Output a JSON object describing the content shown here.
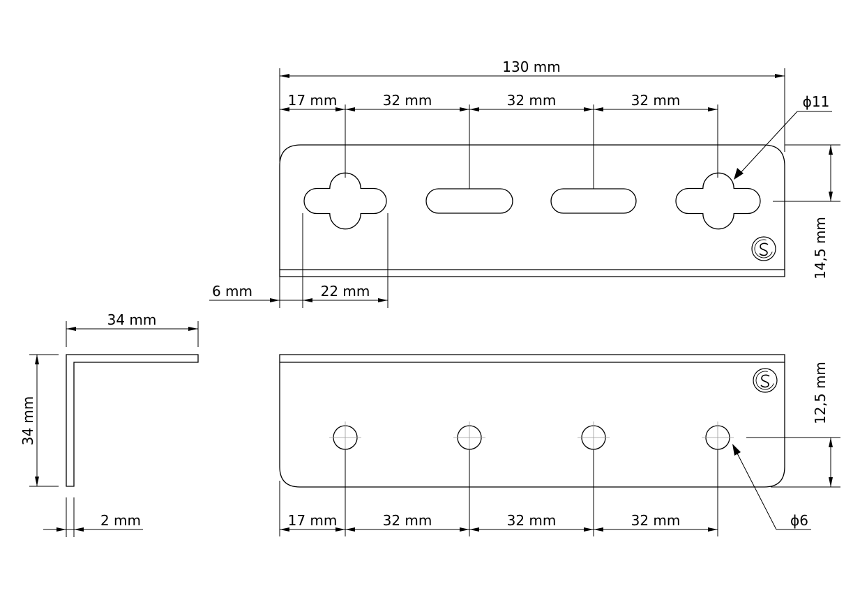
{
  "top_view": {
    "overall_length": "130 mm",
    "spacing_first": "17 mm",
    "spacing_1": "32 mm",
    "spacing_2": "32 mm",
    "spacing_3": "32 mm",
    "keyhole_diameter": "ϕ11",
    "height": "14,5 mm",
    "edge_offset": "6 mm",
    "slot_length": "22 mm"
  },
  "bottom_view": {
    "height": "12,5 mm",
    "spacing_first": "17 mm",
    "spacing_1": "32 mm",
    "spacing_2": "32 mm",
    "spacing_3": "32 mm",
    "hole_diameter": "ϕ6"
  },
  "profile_view": {
    "width": "34 mm",
    "height": "34 mm",
    "thickness": "2 mm"
  },
  "logo": {
    "icon": "gs-logo-icon",
    "letters": "GS"
  }
}
